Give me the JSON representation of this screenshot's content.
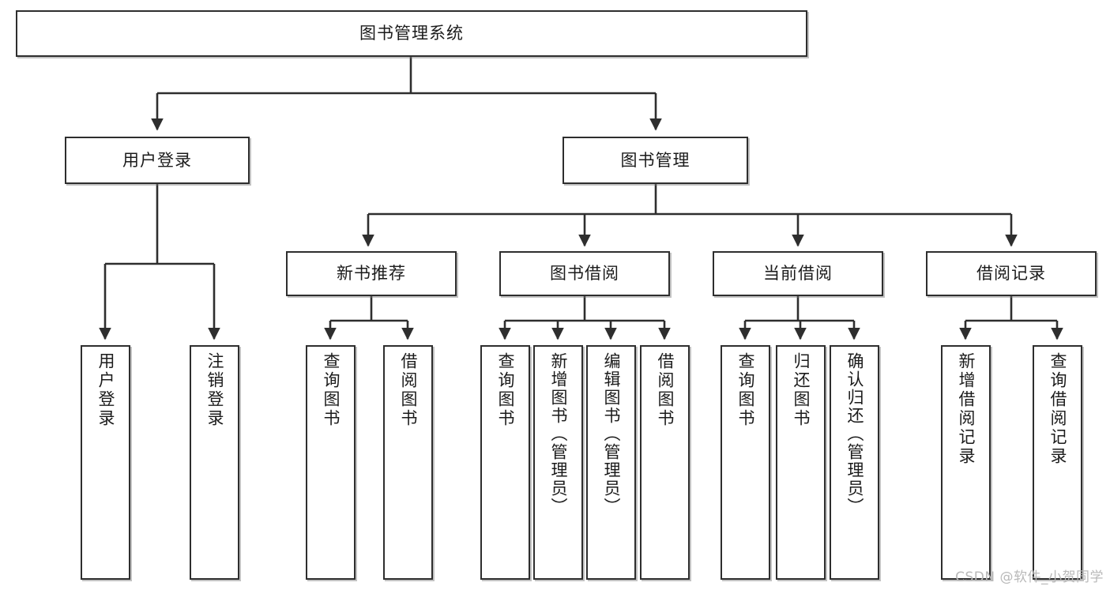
{
  "diagram": {
    "type": "tree-hierarchy",
    "title": "图书管理系统",
    "watermark": "CSDN @软件_小贺同学",
    "colors": {
      "box_border": "#2e2e2e",
      "box_fill": "#ffffff",
      "edge": "#2e2e2e",
      "text": "#1b1b1b",
      "watermark": "#b9b9b9"
    },
    "nodes": {
      "root": {
        "label": "图书管理系统",
        "level": 0
      },
      "user_login": {
        "label": "用户登录",
        "level": 1
      },
      "book_manage": {
        "label": "图书管理",
        "level": 1
      },
      "new_book_rec": {
        "label": "新书推荐",
        "level": 2
      },
      "book_borrow": {
        "label": "图书借阅",
        "level": 2
      },
      "current_borrow": {
        "label": "当前借阅",
        "level": 2
      },
      "borrow_record": {
        "label": "借阅记录",
        "level": 2
      },
      "leaf_user_login": {
        "label": "用户登录",
        "level": 3
      },
      "leaf_logout": {
        "label": "注销登录",
        "level": 3
      },
      "leaf_query_book_a": {
        "label": "查询图书",
        "level": 3
      },
      "leaf_borrow_book_a": {
        "label": "借阅图书",
        "level": 3
      },
      "leaf_query_book_b": {
        "label": "查询图书",
        "level": 3
      },
      "leaf_add_book": {
        "label": "新增图书（管理员）",
        "level": 3
      },
      "leaf_edit_book": {
        "label": "编辑图书（管理员）",
        "level": 3
      },
      "leaf_borrow_book_b": {
        "label": "借阅图书",
        "level": 3
      },
      "leaf_query_book_c": {
        "label": "查询图书",
        "level": 3
      },
      "leaf_return_book": {
        "label": "归还图书",
        "level": 3
      },
      "leaf_confirm_return": {
        "label": "确认归还（管理员）",
        "level": 3
      },
      "leaf_add_record": {
        "label": "新增借阅记录",
        "level": 3
      },
      "leaf_query_record": {
        "label": "查询借阅记录",
        "level": 3
      }
    }
  }
}
